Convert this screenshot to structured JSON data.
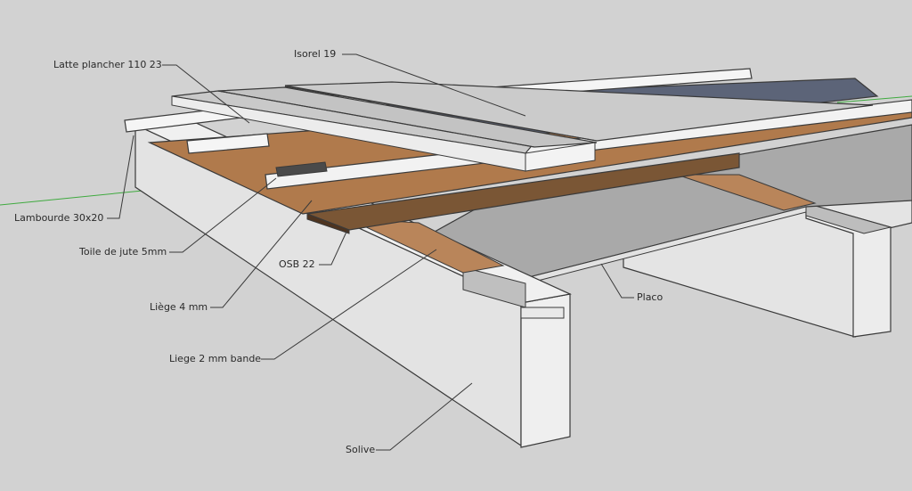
{
  "labels": {
    "latte_plancher": "Latte plancher 110 23",
    "isorel": "Isorel 19",
    "lambourde": "Lambourde 30x20",
    "toile_jute": "Toile de jute 5mm",
    "osb": "OSB 22",
    "liege_4": "Liège 4 mm",
    "placo": "Placo",
    "liege_2_bande": "Liege 2 mm bande",
    "solive": "Solive"
  },
  "colors": {
    "background": "#d2d2d2",
    "joist": "#e6e6e6",
    "cork": "#b07a4c",
    "osb": "#6b4a2e",
    "plasterboard": "#a9a9a9",
    "isorel": "#5c6478",
    "floor_board": "#c8c8c8",
    "batten": "#f2f2f2",
    "leader_line": "#3a3a3a"
  }
}
